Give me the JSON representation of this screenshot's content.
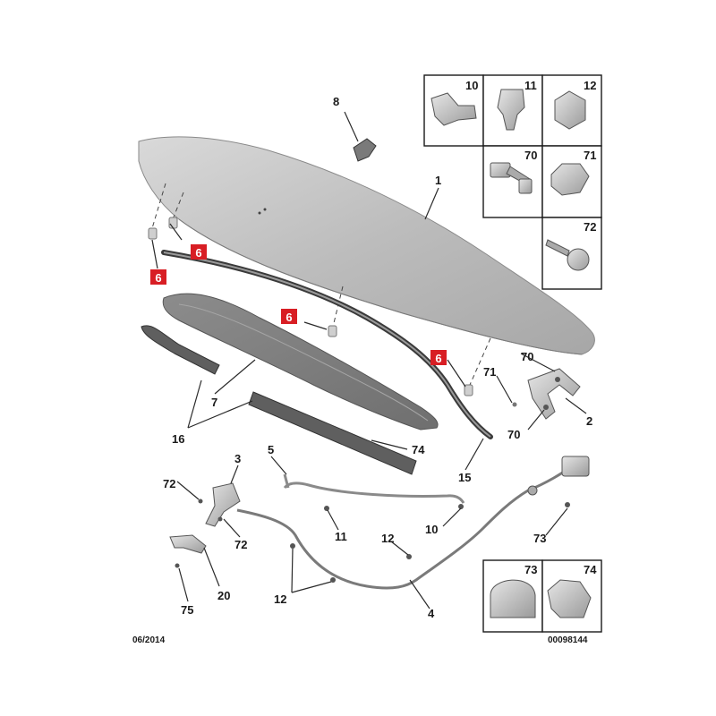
{
  "diagram": {
    "callouts": {
      "c1": "1",
      "c2": "2",
      "c3": "3",
      "c4": "4",
      "c5": "5",
      "c6a": "6",
      "c6b": "6",
      "c6c": "6",
      "c6d": "6",
      "c7": "7",
      "c8": "8",
      "c10": "10",
      "c11": "11",
      "c12a": "12",
      "c12b": "12",
      "c15": "15",
      "c16": "16",
      "c20": "20",
      "c70a": "70",
      "c70b": "70",
      "c71": "71",
      "c72a": "72",
      "c72b": "72",
      "c73": "73",
      "c74": "74",
      "c75": "75"
    },
    "legend_top": {
      "p10": "10",
      "p11": "11",
      "p12": "12",
      "p70": "70",
      "p71": "71",
      "p72": "72"
    },
    "legend_bottom": {
      "p73": "73",
      "p74": "74"
    },
    "footer": {
      "date": "06/2014",
      "reference": "00098144"
    },
    "colors": {
      "highlight": "#d81e24",
      "part_fill": "#bdbdbd",
      "line": "#2a2a2a"
    }
  }
}
